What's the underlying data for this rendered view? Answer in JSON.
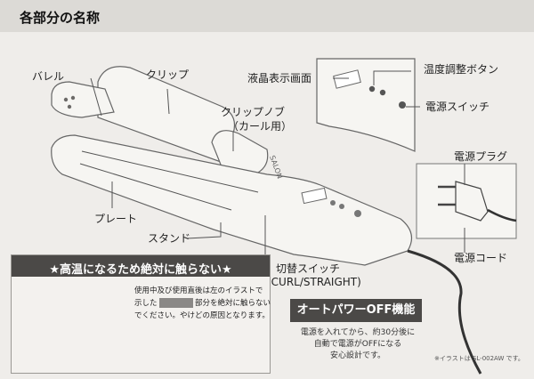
{
  "header": {
    "title": "各部分の名称"
  },
  "labels": {
    "barrel": "バレル",
    "clip": "クリップ",
    "clip_knob_1": "クリップノブ",
    "clip_knob_2": "（カール用）",
    "plate": "プレート",
    "stand": "スタンド",
    "switch_1": "切替スイッチ",
    "switch_2": "(CURL/STRAIGHT)",
    "lcd": "液晶表示画面",
    "temp_button": "温度調整ボタン",
    "power_switch": "電源スイッチ",
    "plug": "電源プラグ",
    "cord": "電源コード"
  },
  "warning": {
    "title": "★高温になるため絶対に触らない★",
    "line1": "使用中及び使用直後は左のイラストで",
    "line2a": "示した",
    "line2b": "部分を絶対に触らない",
    "line3": "でください。やけどの原因となります。"
  },
  "auto_off": {
    "title": "オートパワーOFF機能",
    "line1": "電源を入れてから、約30分後に",
    "line2": "自動で電源がOFFになる",
    "line3": "安心設計です。"
  },
  "footnote": "※イラストは SL-002AW です。",
  "device_logo": "SALON",
  "colors": {
    "header_bg": "#dcdad6",
    "dark_box": "#4b4947",
    "paper": "#efedea"
  }
}
